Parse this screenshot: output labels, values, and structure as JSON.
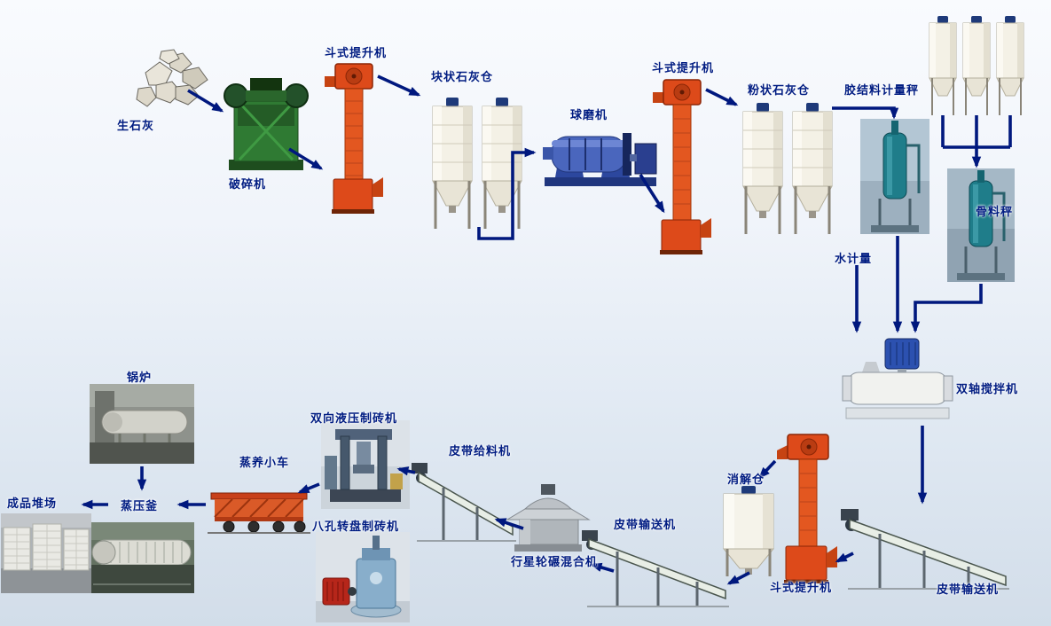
{
  "diagram": {
    "type": "process-flow",
    "language": "zh-CN",
    "arrow_color": "#00187e",
    "label_color": "#001c82",
    "background_top": "#f9fbfe",
    "background_bottom": "#d2dde9"
  },
  "nodes": {
    "quicklime": {
      "label": "生石灰"
    },
    "crusher": {
      "label": "破碎机"
    },
    "bucket_elevator_1": {
      "label": "斗式提升机"
    },
    "lump_lime_silo": {
      "label": "块状石灰仓"
    },
    "ball_mill": {
      "label": "球磨机"
    },
    "bucket_elevator_2": {
      "label": "斗式提升机"
    },
    "powder_lime_silo": {
      "label": "粉状石灰仓"
    },
    "binder_scale": {
      "label": "胶结料计量秤"
    },
    "aggregate_scale": {
      "label": "骨料秤"
    },
    "water_meter": {
      "label": "水计量"
    },
    "twin_shaft_mixer": {
      "label": "双轴搅拌机"
    },
    "belt_conveyor_right": {
      "label": "皮带输送机"
    },
    "bucket_elevator_3": {
      "label": "斗式提升机"
    },
    "digestion_silo": {
      "label": "消解仓"
    },
    "belt_conveyor_mid": {
      "label": "皮带输送机"
    },
    "planetary_mixer": {
      "label": "行星轮碾混合机"
    },
    "belt_feeder": {
      "label": "皮带给料机"
    },
    "hydraulic_brick_press": {
      "label": "双向液压制砖机"
    },
    "rotary_brick_press": {
      "label": "八孔转盘制砖机"
    },
    "steam_cart": {
      "label": "蒸养小车"
    },
    "autoclave": {
      "label": "蒸压釜"
    },
    "boiler": {
      "label": "锅炉"
    },
    "product_yard": {
      "label": "成品堆场"
    }
  },
  "flow_edges": [
    {
      "from": "quicklime",
      "to": "crusher"
    },
    {
      "from": "crusher",
      "to": "bucket_elevator_1"
    },
    {
      "from": "bucket_elevator_1",
      "to": "lump_lime_silo"
    },
    {
      "from": "lump_lime_silo",
      "to": "ball_mill"
    },
    {
      "from": "ball_mill",
      "to": "bucket_elevator_2"
    },
    {
      "from": "bucket_elevator_2",
      "to": "powder_lime_silo"
    },
    {
      "from": "powder_lime_silo",
      "to": "binder_scale"
    },
    {
      "from": "aggregate_silos",
      "to": "aggregate_scale"
    },
    {
      "from": "binder_scale",
      "to": "twin_shaft_mixer"
    },
    {
      "from": "water_meter",
      "to": "twin_shaft_mixer"
    },
    {
      "from": "aggregate_scale",
      "to": "twin_shaft_mixer"
    },
    {
      "from": "twin_shaft_mixer",
      "to": "belt_conveyor_right"
    },
    {
      "from": "belt_conveyor_right",
      "to": "bucket_elevator_3"
    },
    {
      "from": "bucket_elevator_3",
      "to": "digestion_silo"
    },
    {
      "from": "digestion_silo",
      "to": "belt_conveyor_mid"
    },
    {
      "from": "belt_conveyor_mid",
      "to": "planetary_mixer"
    },
    {
      "from": "planetary_mixer",
      "to": "belt_feeder"
    },
    {
      "from": "belt_feeder",
      "to": "hydraulic_brick_press"
    },
    {
      "from": "hydraulic_brick_press",
      "to": "steam_cart"
    },
    {
      "from": "steam_cart",
      "to": "autoclave"
    },
    {
      "from": "boiler",
      "to": "autoclave"
    },
    {
      "from": "autoclave",
      "to": "product_yard"
    }
  ]
}
